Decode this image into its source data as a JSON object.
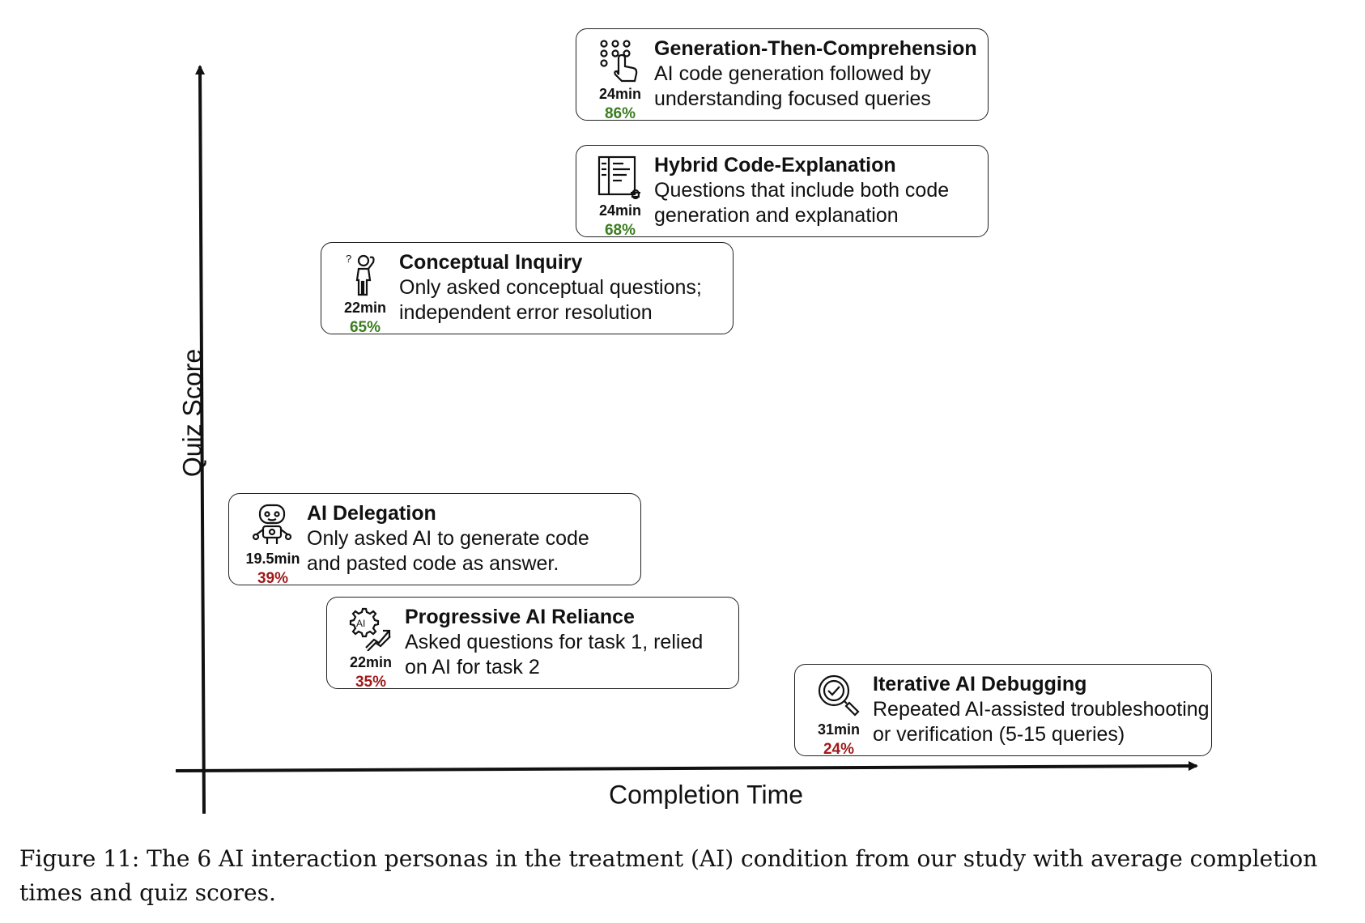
{
  "axes": {
    "y_label": "Quiz Score",
    "x_label": "Completion Time"
  },
  "colors": {
    "good_score": "#3a7d1e",
    "bad_score": "#a11a1a"
  },
  "personas": [
    {
      "id": "generation-then-comprehension",
      "title": "Generation-Then-Comprehension",
      "description_lines": [
        "AI code generation followed by",
        "understanding focused queries"
      ],
      "time": "24min",
      "score": "86%",
      "score_level": "good",
      "icon": "touch-dots-icon"
    },
    {
      "id": "hybrid-code-explanation",
      "title": "Hybrid Code-Explanation",
      "description_lines": [
        "Questions that include both code",
        "generation and explanation"
      ],
      "time": "24min",
      "score": "68%",
      "score_level": "good",
      "icon": "code-document-icon"
    },
    {
      "id": "conceptual-inquiry",
      "title": "Conceptual Inquiry",
      "description_lines": [
        "Only asked conceptual questions;",
        "independent error resolution"
      ],
      "time": "22min",
      "score": "65%",
      "score_level": "good",
      "icon": "thinking-person-icon"
    },
    {
      "id": "ai-delegation",
      "title": "AI Delegation",
      "description_lines": [
        "Only asked AI to generate code",
        "and pasted code as answer."
      ],
      "time": "19.5min",
      "score": "39%",
      "score_level": "bad",
      "icon": "robot-icon"
    },
    {
      "id": "progressive-ai-reliance",
      "title": "Progressive AI Reliance",
      "description_lines": [
        "Asked questions for task 1, relied",
        "on AI for task 2"
      ],
      "time": "22min",
      "score": "35%",
      "score_level": "bad",
      "icon": "ai-gear-growth-icon"
    },
    {
      "id": "iterative-ai-debugging",
      "title": "Iterative AI Debugging",
      "description_lines": [
        "Repeated AI-assisted troubleshooting",
        "or verification (5-15 queries)"
      ],
      "time": "31min",
      "score": "24%",
      "score_level": "bad",
      "icon": "magnifier-check-icon"
    }
  ],
  "caption": "Figure 11: The 6 AI interaction personas in the treatment (AI) condition from our study with average completion times and quiz scores."
}
